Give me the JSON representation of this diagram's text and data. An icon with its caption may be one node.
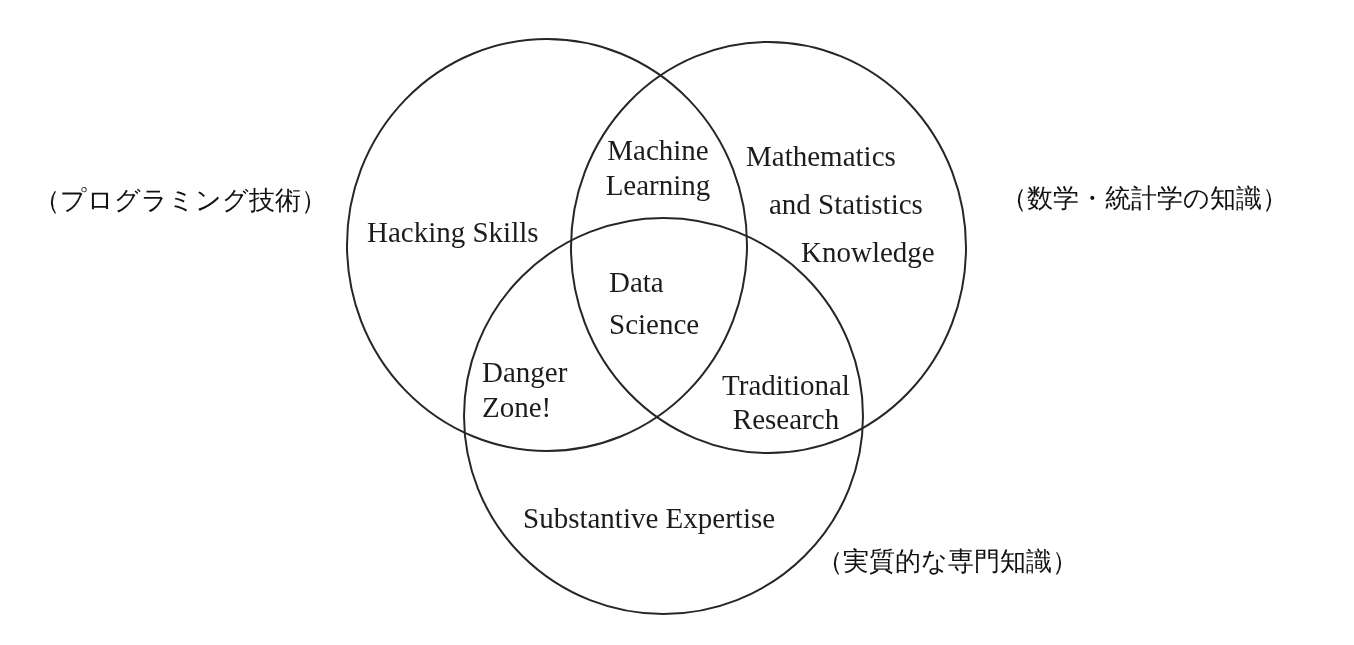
{
  "diagram": {
    "nodes": [
      {
        "text": [
          "Hacking Skills"
        ],
        "beside": [
          "（プログラミング技術）"
        ]
      },
      {
        "text": [
          "Mathematics and Statistics Knowledge"
        ],
        "beside": [
          "（数学・統計学の知識）"
        ]
      },
      {
        "text": [
          "Substantive Expertise"
        ],
        "beside": [
          "（実質的な専門知識）"
        ]
      }
    ],
    "labels": [
      "Machine Learning",
      "Data Science",
      "Danger Zone!",
      "Traditional Research"
    ]
  }
}
